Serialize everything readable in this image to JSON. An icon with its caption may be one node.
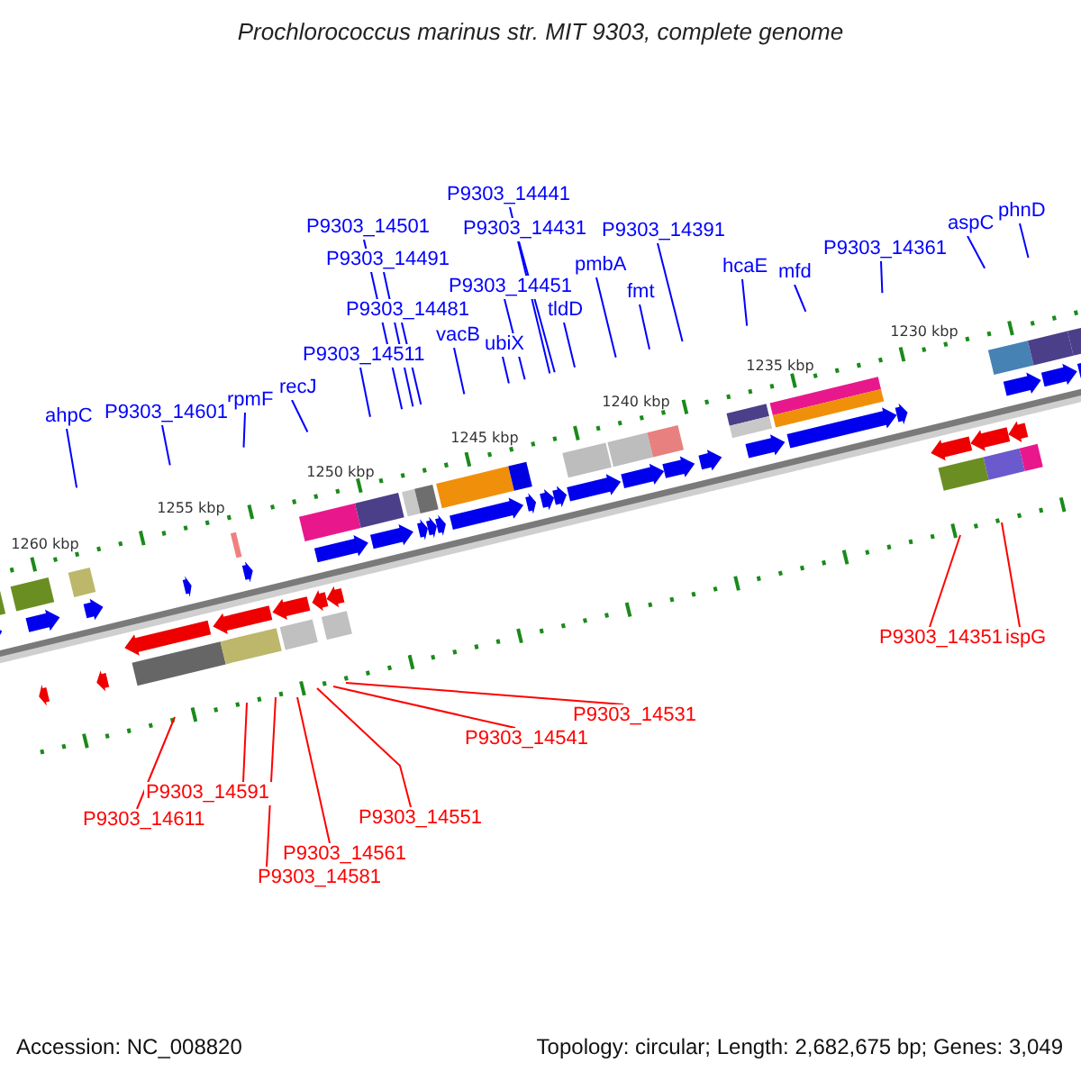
{
  "diagram": {
    "title": "Prochlorococcus marinus str. MIT 9303, complete genome",
    "nodes": [
      {
        "text": [
          "P9303_14441"
        ]
      },
      {
        "text": [
          "phnD"
        ]
      },
      {
        "text": [
          "aspC"
        ]
      },
      {
        "text": [
          "P9303_14501"
        ]
      },
      {
        "text": [
          "P9303_14431"
        ]
      },
      {
        "text": [
          "P9303_14391"
        ]
      },
      {
        "text": [
          "P9303_14361"
        ]
      },
      {
        "text": [
          "P9303_14491"
        ]
      },
      {
        "text": [
          "pmbA"
        ]
      },
      {
        "text": [
          "hcaE"
        ]
      },
      {
        "text": [
          "mfd"
        ]
      },
      {
        "text": [
          "P9303_14451"
        ]
      },
      {
        "text": [
          "fmt"
        ]
      },
      {
        "text": [
          "P9303_14481"
        ]
      },
      {
        "text": [
          "tldD"
        ]
      },
      {
        "text": [
          "vacB"
        ]
      },
      {
        "text": [
          "ubiX"
        ]
      },
      {
        "text": [
          "P9303_14511"
        ]
      },
      {
        "text": [
          "recJ"
        ]
      },
      {
        "text": [
          "rpmF"
        ]
      },
      {
        "text": [
          "P9303_14601"
        ]
      },
      {
        "text": [
          "ahpC"
        ]
      },
      {
        "text": [
          "P9303_14351"
        ]
      },
      {
        "text": [
          "ispG"
        ]
      },
      {
        "text": [
          "P9303_14531"
        ]
      },
      {
        "text": [
          "P9303_14541"
        ]
      },
      {
        "text": [
          "P9303_14591"
        ]
      },
      {
        "text": [
          "P9303_14551"
        ]
      },
      {
        "text": [
          "P9303_14611"
        ]
      },
      {
        "text": [
          "P9303_14561"
        ]
      },
      {
        "text": [
          "P9303_14581"
        ]
      }
    ],
    "edges": [
      {
        "from": 0,
        "to": null,
        "arrow": "none"
      },
      {
        "from": 1,
        "to": null,
        "arrow": "none"
      },
      {
        "from": 2,
        "to": null,
        "arrow": "none"
      },
      {
        "from": 3,
        "to": null,
        "arrow": "none"
      },
      {
        "from": 4,
        "to": null,
        "arrow": "none"
      },
      {
        "from": 5,
        "to": null,
        "arrow": "none"
      },
      {
        "from": 6,
        "to": null,
        "arrow": "none"
      },
      {
        "from": 7,
        "to": null,
        "arrow": "none"
      },
      {
        "from": 8,
        "to": null,
        "arrow": "none"
      },
      {
        "from": 9,
        "to": null,
        "arrow": "none"
      },
      {
        "from": 10,
        "to": null,
        "arrow": "none"
      },
      {
        "from": 11,
        "to": null,
        "arrow": "none"
      },
      {
        "from": 12,
        "to": null,
        "arrow": "none"
      },
      {
        "from": 13,
        "to": null,
        "arrow": "none"
      },
      {
        "from": 14,
        "to": null,
        "arrow": "none"
      },
      {
        "from": 15,
        "to": null,
        "arrow": "none"
      },
      {
        "from": 16,
        "to": null,
        "arrow": "none"
      },
      {
        "from": 17,
        "to": null,
        "arrow": "none"
      },
      {
        "from": 18,
        "to": null,
        "arrow": "none"
      },
      {
        "from": 19,
        "to": null,
        "arrow": "none"
      },
      {
        "from": 20,
        "to": null,
        "arrow": "none"
      },
      {
        "from": 21,
        "to": null,
        "arrow": "none"
      },
      {
        "from": 22,
        "to": null,
        "arrow": "none",
        "color": "#ff0000"
      },
      {
        "from": 23,
        "to": null,
        "arrow": "none",
        "color": "#ff0000"
      },
      {
        "from": 24,
        "to": null,
        "arrow": "none",
        "color": "#ff0000"
      },
      {
        "from": 25,
        "to": null,
        "arrow": "none",
        "color": "#ff0000"
      },
      {
        "from": 26,
        "to": null,
        "arrow": "none",
        "color": "#ff0000"
      },
      {
        "from": 27,
        "to": null,
        "arrow": "none",
        "color": "#ff0000"
      },
      {
        "from": 28,
        "to": null,
        "arrow": "none",
        "color": "#ff0000"
      },
      {
        "from": 29,
        "to": null,
        "arrow": "none",
        "color": "#ff0000"
      },
      {
        "from": 30,
        "to": null,
        "arrow": "none",
        "color": "#ff0000"
      }
    ],
    "labels": [
      "1230 kbp",
      "1235 kbp",
      "1240 kbp",
      "1245 kbp",
      "1250 kbp",
      "1255 kbp",
      "1260 kbp",
      "Accession: NC_008820",
      "Topology: circular; Length: 2,682,675 bp; Genes: 3,049"
    ]
  }
}
